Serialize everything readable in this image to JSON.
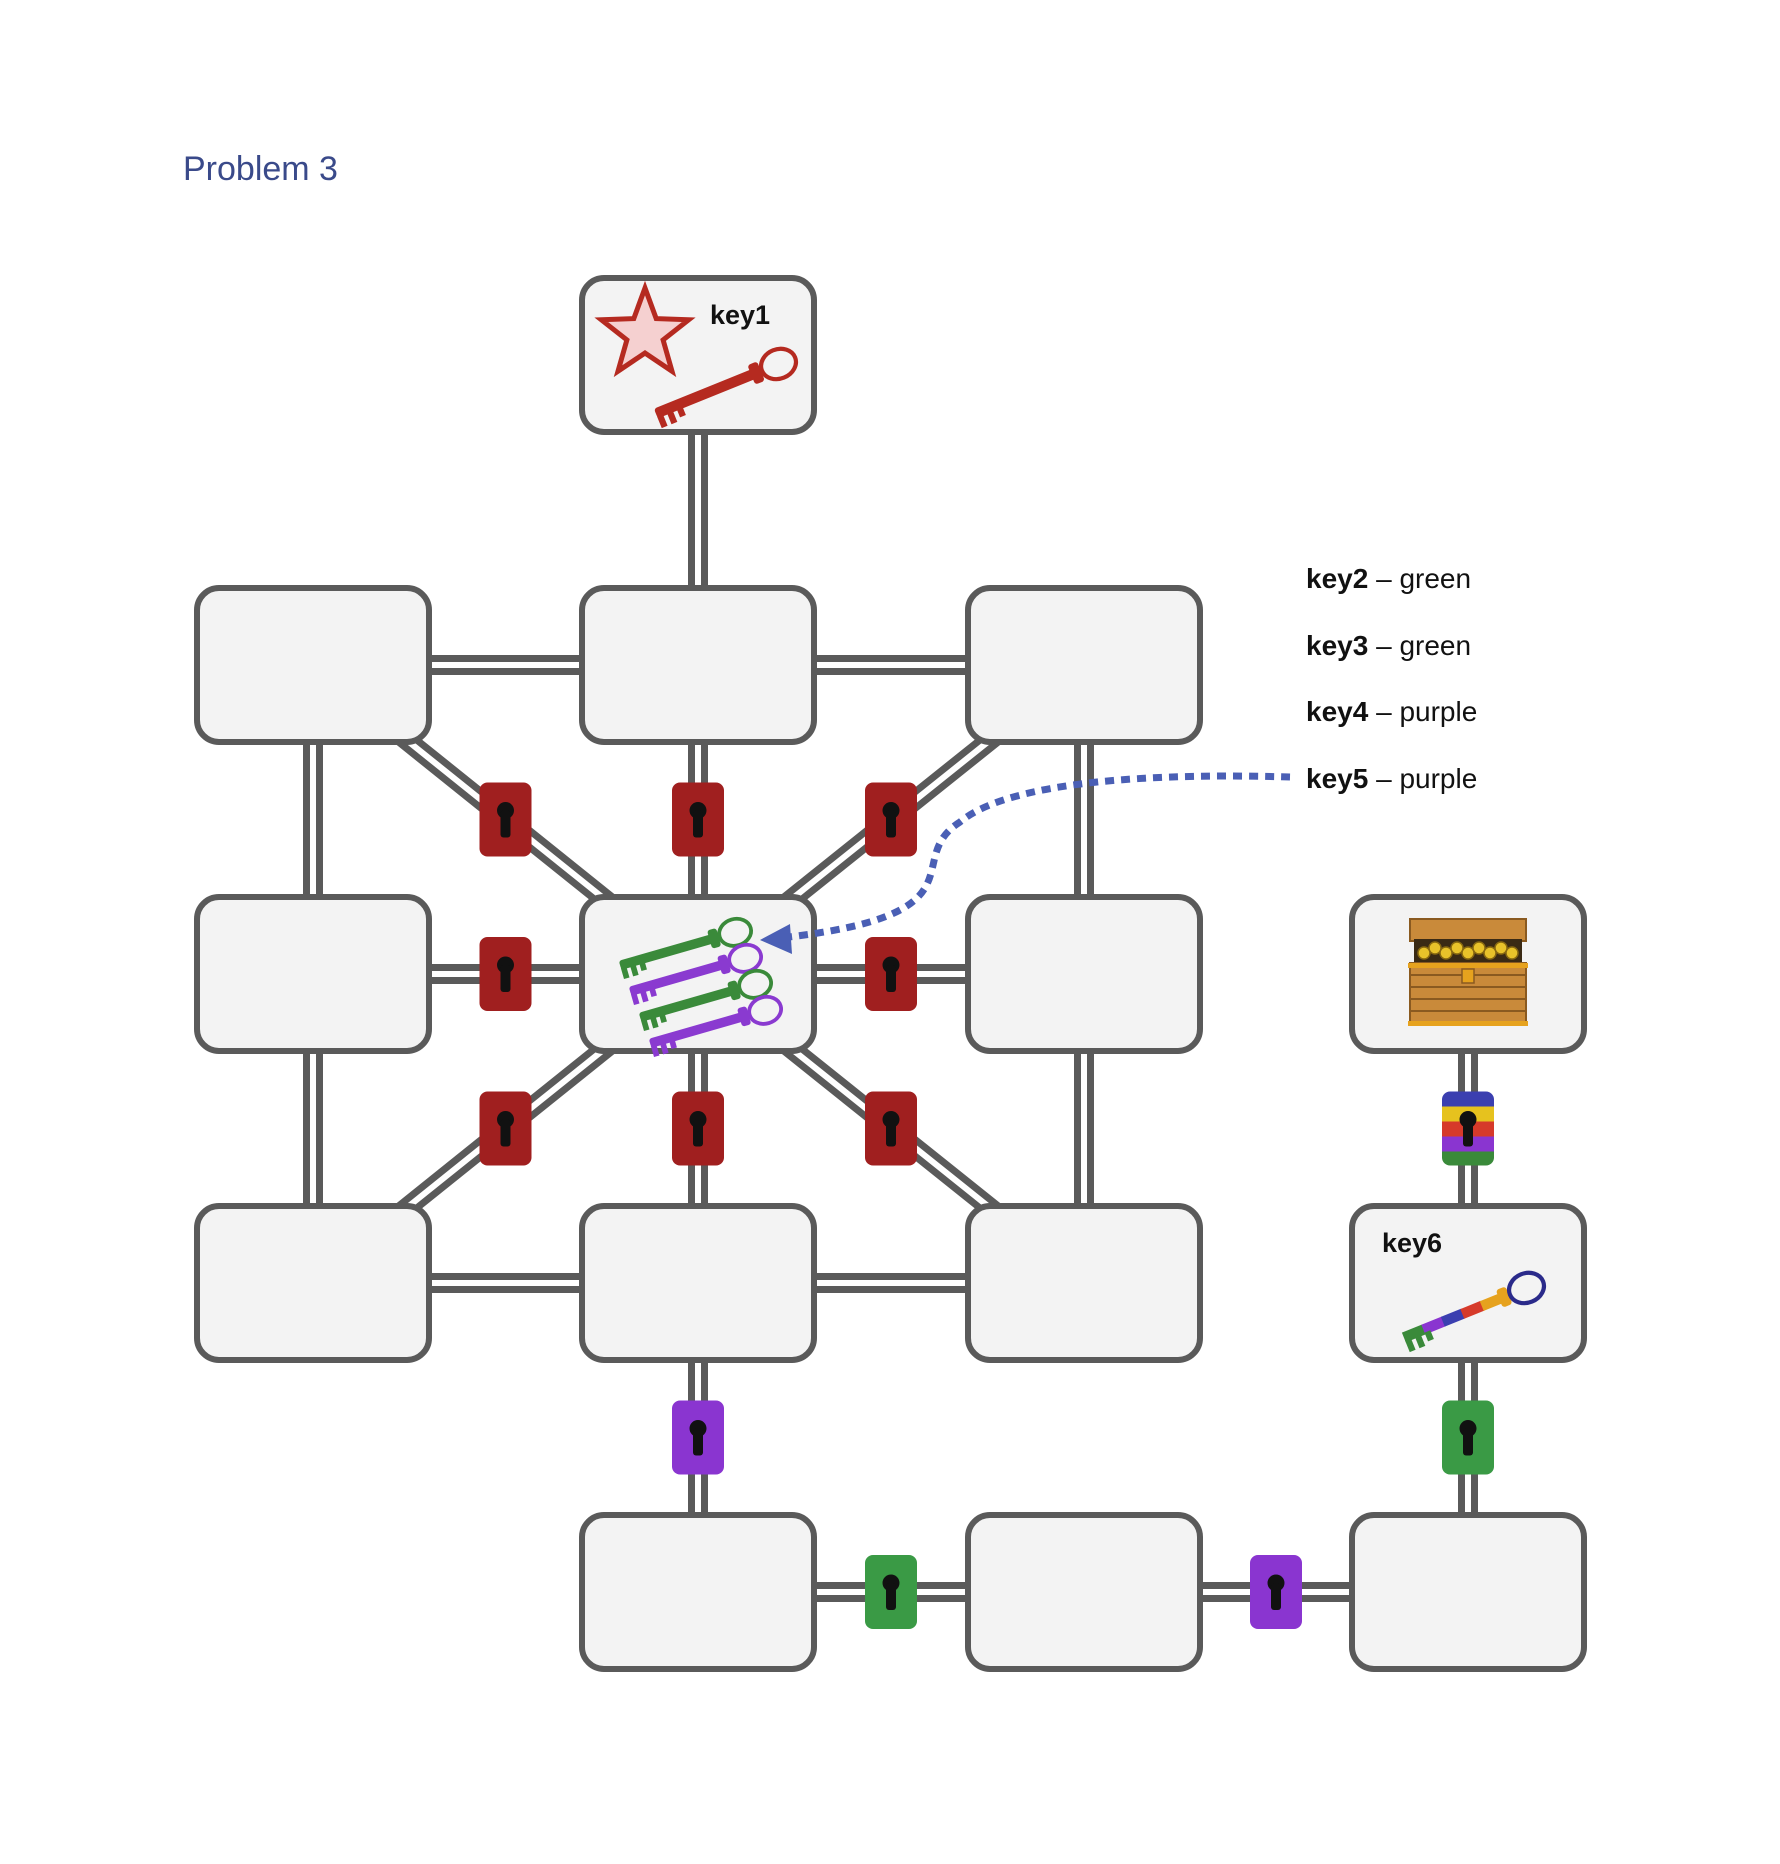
{
  "title": "Problem 3",
  "colors": {
    "room_fill": "#f3f3f3",
    "room_stroke": "#5a5a5a",
    "corridor": "#5a5a5a",
    "lock_red": "#a01f1f",
    "lock_purple": "#8a35d0",
    "lock_green": "#3a9a45",
    "key_red": "#b52a20",
    "key_green": "#3a8a3a",
    "key_purple": "#8a3ad0",
    "arrow": "#4a5fb5"
  },
  "rooms": {
    "key1_room": {
      "label": "key1",
      "contents": [
        "star-icon",
        "key-red-icon"
      ]
    },
    "keys_room": {
      "contents": [
        "key-green-icon",
        "key-purple-icon",
        "key-green-icon",
        "key-purple-icon"
      ]
    },
    "treasure_room": {
      "contents": [
        "treasure-chest-icon"
      ]
    },
    "key6_room": {
      "label": "key6",
      "contents": [
        "key-rainbow-icon"
      ]
    }
  },
  "legend": [
    {
      "key": "key2",
      "sep": " – ",
      "color": "green"
    },
    {
      "key": "key3",
      "sep": " – ",
      "color": "green"
    },
    {
      "key": "key4",
      "sep": " – ",
      "color": "purple"
    },
    {
      "key": "key5",
      "sep": " – ",
      "color": "purple"
    }
  ],
  "locks": {
    "center_ring": "red",
    "bottom_vertical": "purple",
    "bottom_row_left": "green",
    "bottom_row_right": "purple",
    "right_column_lower": "green",
    "treasure_lock": "rainbow"
  }
}
